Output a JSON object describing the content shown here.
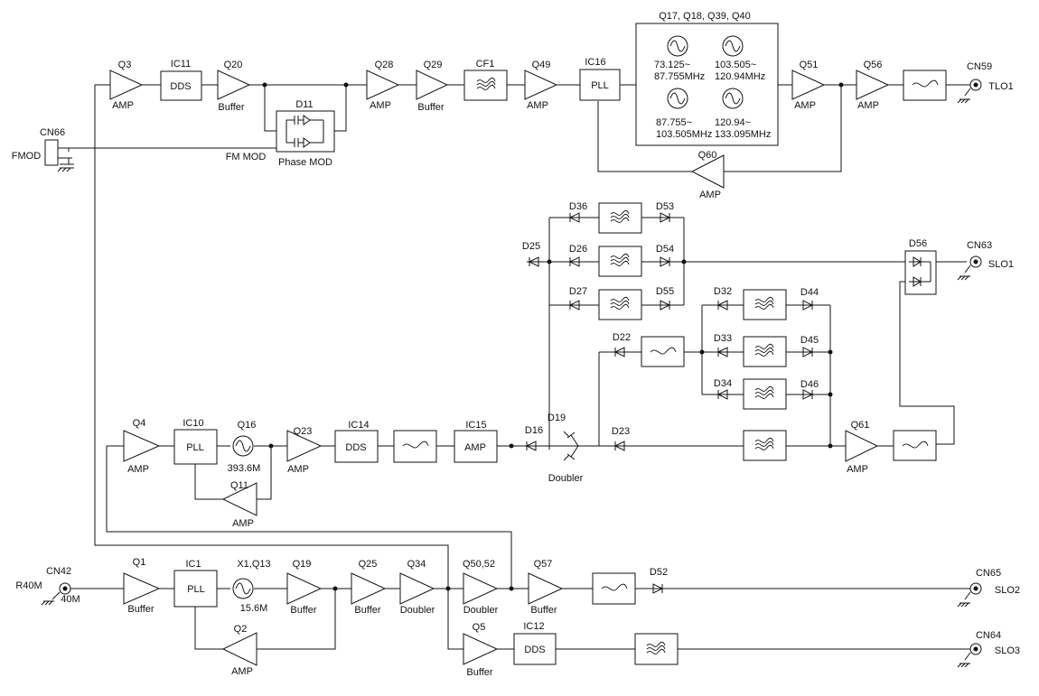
{
  "blocks": {
    "q3": {
      "top": "Q3",
      "bottom": "AMP"
    },
    "ic11": {
      "top": "IC11",
      "inner": "DDS"
    },
    "q20": {
      "top": "Q20",
      "bottom": "Buffer"
    },
    "d11": {
      "top": "D11",
      "bottom": "Phase MOD"
    },
    "q28": {
      "top": "Q28",
      "bottom": "AMP"
    },
    "q29": {
      "top": "Q29",
      "bottom": "Buffer"
    },
    "cf1": {
      "top": "CF1"
    },
    "q49": {
      "top": "Q49",
      "bottom": "AMP"
    },
    "ic16": {
      "top": "IC16",
      "inner": "PLL"
    },
    "vco_bank": {
      "title": "Q17, Q18, Q39, Q40",
      "ranges": [
        {
          "line1": "73.125~",
          "line2": "87.755MHz"
        },
        {
          "line1": "103.505~",
          "line2": "120.94MHz"
        },
        {
          "line1": "87.755~",
          "line2": "103.505MHz"
        },
        {
          "line1": "120.94~",
          "line2": "133.095MHz"
        }
      ]
    },
    "q51": {
      "top": "Q51",
      "bottom": "AMP"
    },
    "q56": {
      "top": "Q56",
      "bottom": "AMP"
    },
    "q60": {
      "top": "Q60",
      "bottom": "AMP"
    },
    "q4": {
      "top": "Q4",
      "bottom": "AMP"
    },
    "ic10": {
      "top": "IC10",
      "inner": "PLL"
    },
    "q16": {
      "top": "Q16",
      "bottom": "393.6M"
    },
    "q23": {
      "top": "Q23",
      "bottom": "AMP"
    },
    "ic14": {
      "top": "IC14",
      "inner": "DDS"
    },
    "ic15": {
      "top": "IC15",
      "inner": "AMP"
    },
    "q11": {
      "top": "Q11",
      "bottom": "AMP"
    },
    "q1": {
      "top": "Q1",
      "bottom": "Buffer"
    },
    "ic1": {
      "top": "IC1",
      "inner": "PLL"
    },
    "x1q13": {
      "top": "X1,Q13",
      "bottom": "15.6M"
    },
    "q19": {
      "top": "Q19",
      "bottom": "Buffer"
    },
    "q25": {
      "top": "Q25",
      "bottom": "Buffer"
    },
    "q34": {
      "top": "Q34",
      "bottom": "Doubler"
    },
    "q5052": {
      "top": "Q50,52",
      "bottom": "Doubler"
    },
    "q57": {
      "top": "Q57",
      "bottom": "Buffer"
    },
    "q2": {
      "top": "Q2",
      "bottom": "AMP"
    },
    "q5": {
      "top": "Q5",
      "bottom": "Buffer"
    },
    "ic12": {
      "top": "IC12",
      "inner": "DDS"
    },
    "q61": {
      "top": "Q61",
      "bottom": "AMP"
    },
    "d19": {
      "top": "D19",
      "bottom": "Doubler"
    }
  },
  "connectors": {
    "cn66": {
      "ref": "CN66",
      "signal": "FMOD"
    },
    "cn59": {
      "ref": "CN59",
      "signal": "TLO1"
    },
    "cn63": {
      "ref": "CN63",
      "signal": "SLO1"
    },
    "cn42": {
      "ref": "CN42",
      "signal": "R40M",
      "freq": "40M"
    },
    "cn65": {
      "ref": "CN65",
      "signal": "SLO2"
    },
    "cn64": {
      "ref": "CN64",
      "signal": "SLO3"
    }
  },
  "labels": {
    "fm_mod": "FM MOD"
  },
  "diodes": {
    "d36": "D36",
    "d53": "D53",
    "d25": "D25",
    "d26": "D26",
    "d54": "D54",
    "d27": "D27",
    "d55": "D55",
    "d56": "D56",
    "d32": "D32",
    "d44": "D44",
    "d22": "D22",
    "d33": "D33",
    "d45": "D45",
    "d34": "D34",
    "d46": "D46",
    "d16": "D16",
    "d23": "D23",
    "d52": "D52"
  },
  "colors": {
    "line": "#111111",
    "background": "#ffffff"
  }
}
